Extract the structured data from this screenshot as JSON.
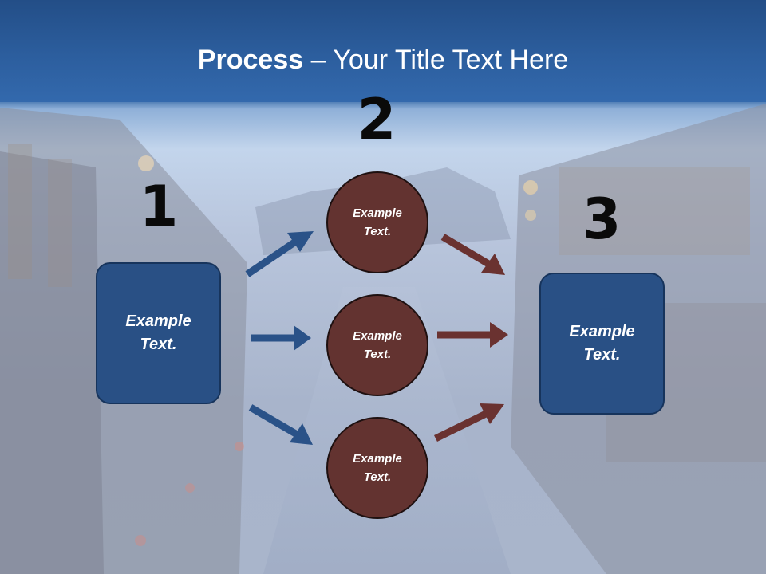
{
  "slide": {
    "title_bold": "Process",
    "title_rest": " – Your Title Text Here",
    "step_numbers": [
      "1",
      "2",
      "3"
    ],
    "left_box": "Example\nText.",
    "right_box": "Example\nText.",
    "circles": [
      "Example\nText.",
      "Example\nText.",
      "Example\nText."
    ]
  },
  "colors": {
    "blue": "#295085",
    "maroon": "#633330",
    "blue_arrow": "#2a5288",
    "maroon_arrow": "#6a3230"
  }
}
